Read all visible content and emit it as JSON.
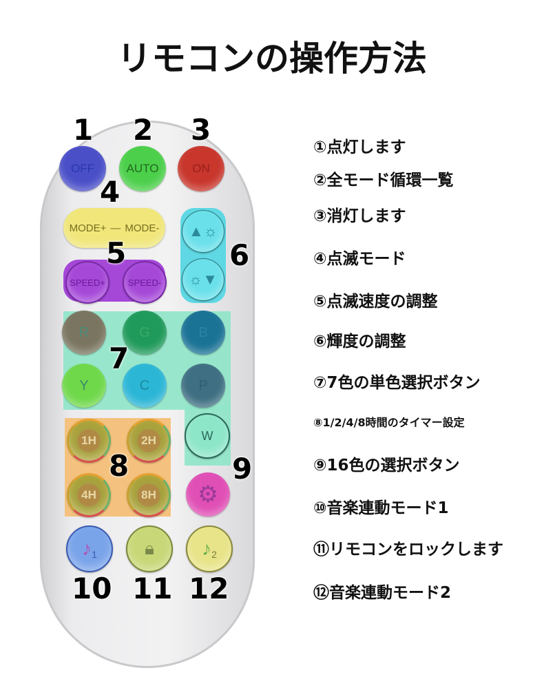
{
  "title": "リモコンの操作方法",
  "remote": {
    "row1": [
      {
        "label": "OFF",
        "number": "1",
        "color": "#4a4fc8"
      },
      {
        "label": "AUTO",
        "number": "2",
        "color": "#4ccf4a"
      },
      {
        "label": "ON",
        "number": "3",
        "color": "#c8362c"
      }
    ],
    "mode": {
      "plus": "MODE+",
      "sep": "—",
      "minus": "MODE-",
      "number": "4",
      "color": "#f0e67a"
    },
    "speed": {
      "plus": "SPEED+",
      "minus": "SPEED-",
      "number": "5",
      "color": "#a548d8"
    },
    "brightness": {
      "number": "6",
      "color": "#5fd8e4",
      "up_icon": "brightness-up-icon",
      "down_icon": "brightness-down-icon"
    },
    "colors": {
      "number": "7",
      "zone_color": "#8ee6c8",
      "buttons": [
        {
          "label": "R",
          "color": "#7a7560"
        },
        {
          "label": "G",
          "color": "#1f9a5a"
        },
        {
          "label": "B",
          "color": "#1a7295"
        },
        {
          "label": "Y",
          "color": "#6fd84a"
        },
        {
          "label": "C",
          "color": "#2cb6d6"
        },
        {
          "label": "P",
          "color": "#3e6f82"
        },
        {
          "label": "W",
          "color": "#8ee6c8"
        }
      ]
    },
    "timers": {
      "number": "8",
      "zone_color": "#f4c27e",
      "buttons": [
        "1H",
        "2H",
        "4H",
        "8H"
      ]
    },
    "gear": {
      "number": "9",
      "color": "#e04fb5",
      "icon": "gear-icon"
    },
    "bottom": [
      {
        "number": "10",
        "sub": "1",
        "color": "#7aa4ea",
        "icon": "music-note-icon"
      },
      {
        "number": "11",
        "color": "#c8d878",
        "icon": "lock-icon"
      },
      {
        "number": "12",
        "sub": "2",
        "color": "#e8e48a",
        "icon": "music-note-icon"
      }
    ]
  },
  "legend": [
    "①点灯します",
    "②全モード循環一覧",
    "③消灯します",
    "④点滅モード",
    "⑤点滅速度の調整",
    "⑥輝度の調整",
    "⑦7色の単色選択ボタン",
    "⑧1/2/4/8時間のタイマー設定",
    "⑨16色の選択ボタン",
    "⑩音楽連動モード1",
    "⑪リモコンをロックします",
    "⑫音楽連動モード2"
  ]
}
